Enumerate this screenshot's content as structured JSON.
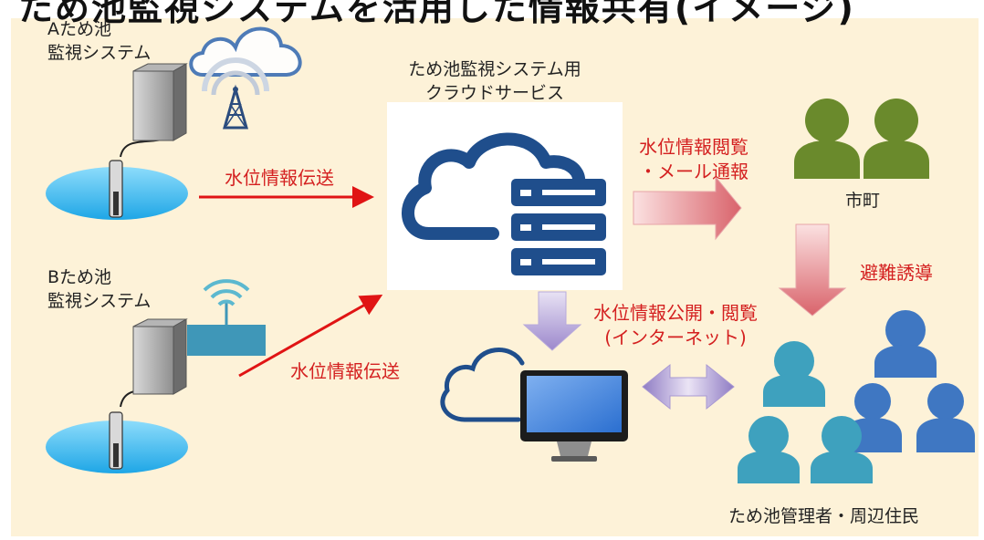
{
  "title_strip": "ため池監視システムを活用した情報共有(イメージ)",
  "systems": {
    "a_line1": "Aため池",
    "a_line2": "監視システム",
    "b_line1": "Bため池",
    "b_line2": "監視システム"
  },
  "cloud_service": {
    "line1": "ため池監視システム用",
    "line2": "クラウドサービス"
  },
  "arrows": {
    "transmit_a": "水位情報伝送",
    "transmit_b": "水位情報伝送",
    "view_mail_1": "水位情報閲覧",
    "view_mail_2": "・メール通報",
    "evacuation": "避難誘導",
    "publish_1": "水位情報公開・閲覧",
    "publish_2": "(インターネット)"
  },
  "actors": {
    "municipality": "市町",
    "residents": "ため池管理者・周辺住民"
  },
  "colors": {
    "background": "#fdf2d8",
    "label_red": "#d42020",
    "cloud_blue": "#1f4e8c",
    "person_green": "#6a8a2c",
    "person_teal": "#3ea1be",
    "person_blue": "#3f77c2",
    "water": "#2fb0e8"
  },
  "icons": [
    "server-box-icon",
    "water-sensor-icon",
    "cloud-icon",
    "radio-tower-icon",
    "wifi-router-icon",
    "cloud-server-icon",
    "computer-monitor-icon",
    "person-icon"
  ]
}
